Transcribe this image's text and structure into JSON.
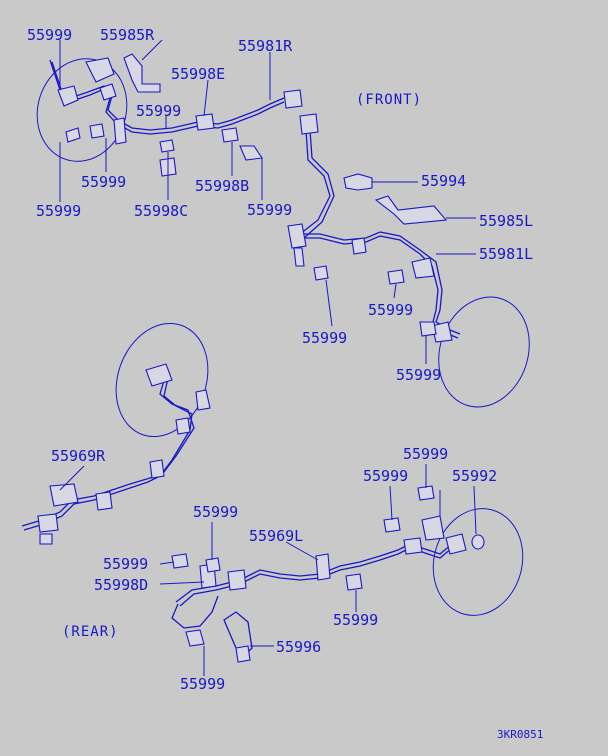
{
  "labels": {
    "l_55999_a": "55999",
    "l_55985R": "55985R",
    "l_55981R": "55981R",
    "l_55998E": "55998E",
    "l_55999_b": "55999",
    "l_55999_c": "55999",
    "l_55998B": "55998B",
    "l_55999_d": "55999",
    "l_55998C": "55998C",
    "l_55999_e": "55999",
    "l_55994": "55994",
    "l_55985L": "55985L",
    "l_55981L": "55981L",
    "l_55999_f": "55999",
    "l_55999_g": "55999",
    "l_55999_h": "55999",
    "l_55969R": "55969R",
    "l_55999_i": "55999",
    "l_55999_j": "55999",
    "l_55992": "55992",
    "l_55999_k": "55999",
    "l_55969L": "55969L",
    "l_55999_l": "55999",
    "l_55998D": "55998D",
    "l_55999_m": "55999",
    "l_55996": "55996",
    "l_55999_n": "55999"
  },
  "notes": {
    "front": "(FRONT)",
    "rear": "(REAR)"
  },
  "drawing_code": "3KR0851"
}
